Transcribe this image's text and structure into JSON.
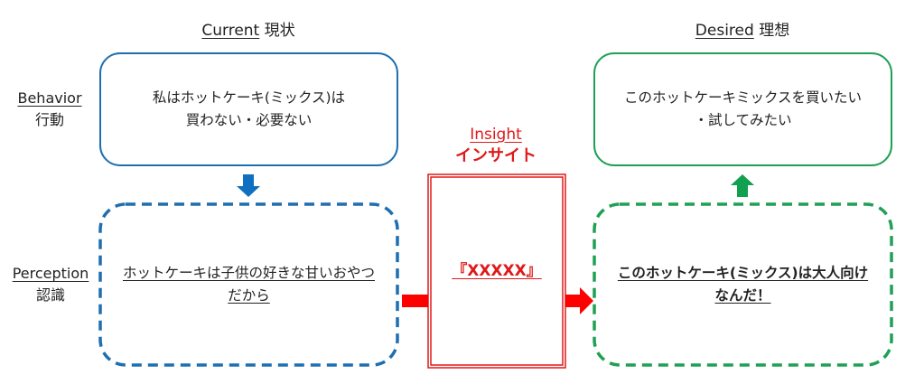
{
  "columns": {
    "current": {
      "en": "Current",
      "ja": "現状"
    },
    "desired": {
      "en": "Desired",
      "ja": "理想"
    },
    "insight": {
      "en": "Insight",
      "ja": "インサイト"
    }
  },
  "rows": {
    "behavior": {
      "en": "Behavior",
      "ja": "行動"
    },
    "perception": {
      "en": "Perception",
      "ja": "認識"
    }
  },
  "boxes": {
    "current_behavior": [
      "私はホットケーキ(ミックス)は",
      "買わない・必要ない"
    ],
    "current_perception": [
      "ホットケーキは子供の好きな甘いおやつ",
      "だから"
    ],
    "insight": "『XXXXX』",
    "desired_behavior": [
      "このホットケーキミックスを買いたい",
      "・試してみたい"
    ],
    "desired_perception": [
      "このホットケーキ(ミックス)は大人向け",
      "なんだ！"
    ]
  },
  "colors": {
    "blue": "#1f6fb0",
    "green": "#1fa055",
    "red": "#e01818"
  }
}
